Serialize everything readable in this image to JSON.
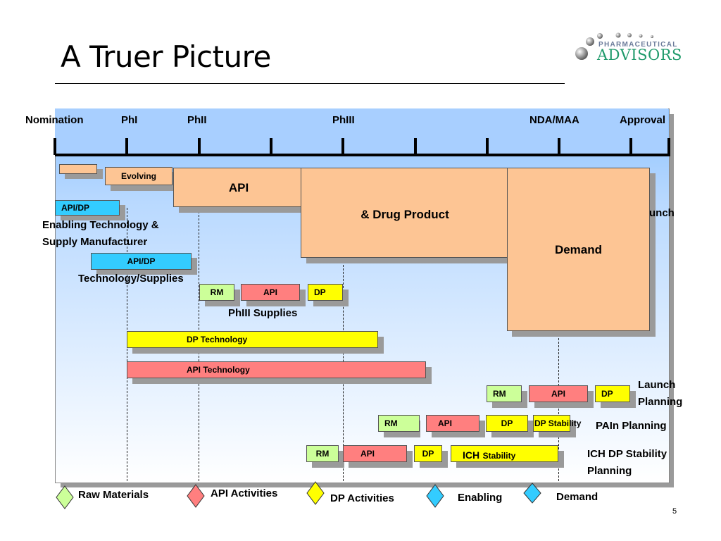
{
  "slide": {
    "title": "A Truer Picture",
    "page_number": "5"
  },
  "logo": {
    "top_text": "PHARMACEUTICAL",
    "main_text": "ADVISORS"
  },
  "milestones": [
    "Nomination",
    "PhI",
    "PhII",
    "PhIII",
    "NDA/MAA",
    "Approval"
  ],
  "boxes": {
    "evolving": "Evolving",
    "api_big": "API",
    "drug_product": "&  Drug Product",
    "demand": "Demand",
    "launch_partial": "unch",
    "api_dp_1": "API/DP",
    "enabling_tech_line1": "Enabling Technology &",
    "enabling_tech_line2": "Supply Manufacturer",
    "api_dp_2": "API/DP",
    "tech_supplies": "Technology/Supplies",
    "rm": "RM",
    "api": "API",
    "dp": "DP",
    "phiii_supplies": "PhIII Supplies",
    "dp_technology": "DP Technology",
    "api_technology": "API Technology",
    "launch_planning_line1": "Launch",
    "launch_planning_line2": "Planning",
    "dp_stability": "DP Stability",
    "pain_planning": "PAIn Planning",
    "ich_stability_a": "ICH",
    "ich_stability_b": "Stability",
    "ich_dp_line1": "ICH DP Stability",
    "ich_dp_line2": "Planning"
  },
  "legend": [
    {
      "label": "Raw Materials",
      "color": "#ccff99"
    },
    {
      "label": "API Activities",
      "color": "#ff7f7f"
    },
    {
      "label": "DP Activities",
      "color": "#ffff00"
    },
    {
      "label": "Enabling",
      "color": "#33ccff"
    },
    {
      "label": "Demand",
      "color": "#33ccff"
    }
  ]
}
